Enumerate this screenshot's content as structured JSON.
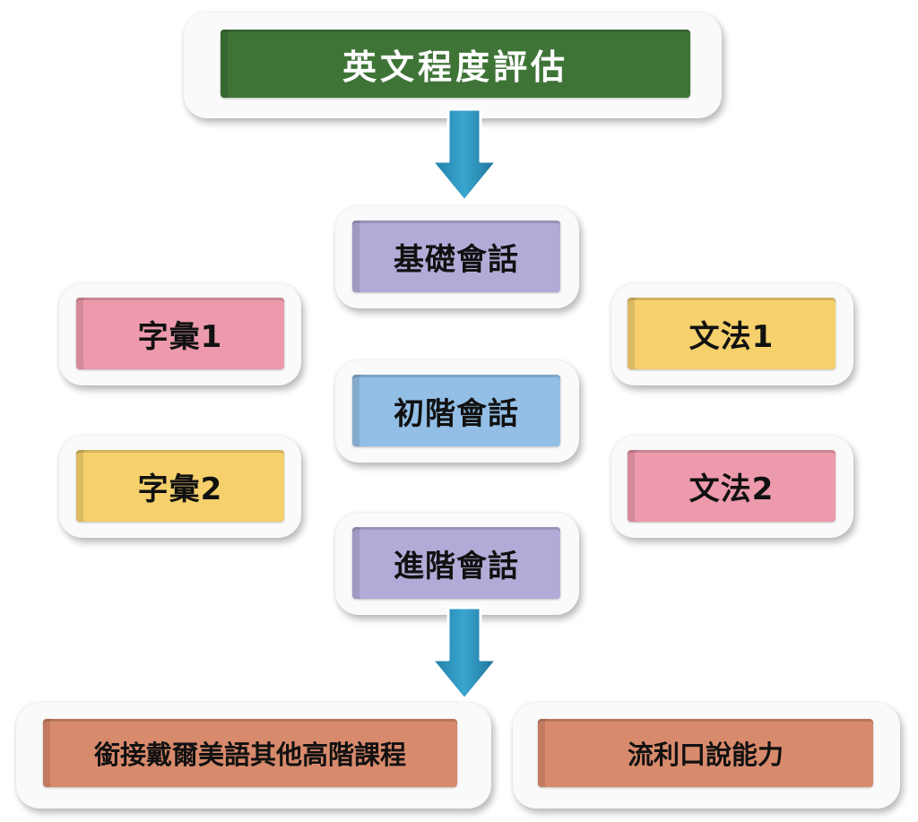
{
  "colors": {
    "green": "#3f7437",
    "purple": "#b3abd7",
    "pink": "#ec9aac",
    "yellow": "#f5d06c",
    "blue": "#93bfe6",
    "salmon": "#d88a6c",
    "arrow": "#2c93bd"
  },
  "flow": {
    "title": "英文程度評估",
    "basic_conversation": "基礎會話",
    "beginner_conversation": "初階會話",
    "advanced_conversation": "進階會話",
    "vocabulary_1": "字彙1",
    "vocabulary_2": "字彙2",
    "grammar_1": "文法1",
    "grammar_2": "文法2",
    "outcome_courses": "銜接戴爾美語其他高階課程",
    "outcome_fluency": "流利口說能力"
  },
  "icons": {
    "arrow_top": "arrow-down-icon",
    "arrow_bottom": "arrow-down-icon"
  }
}
